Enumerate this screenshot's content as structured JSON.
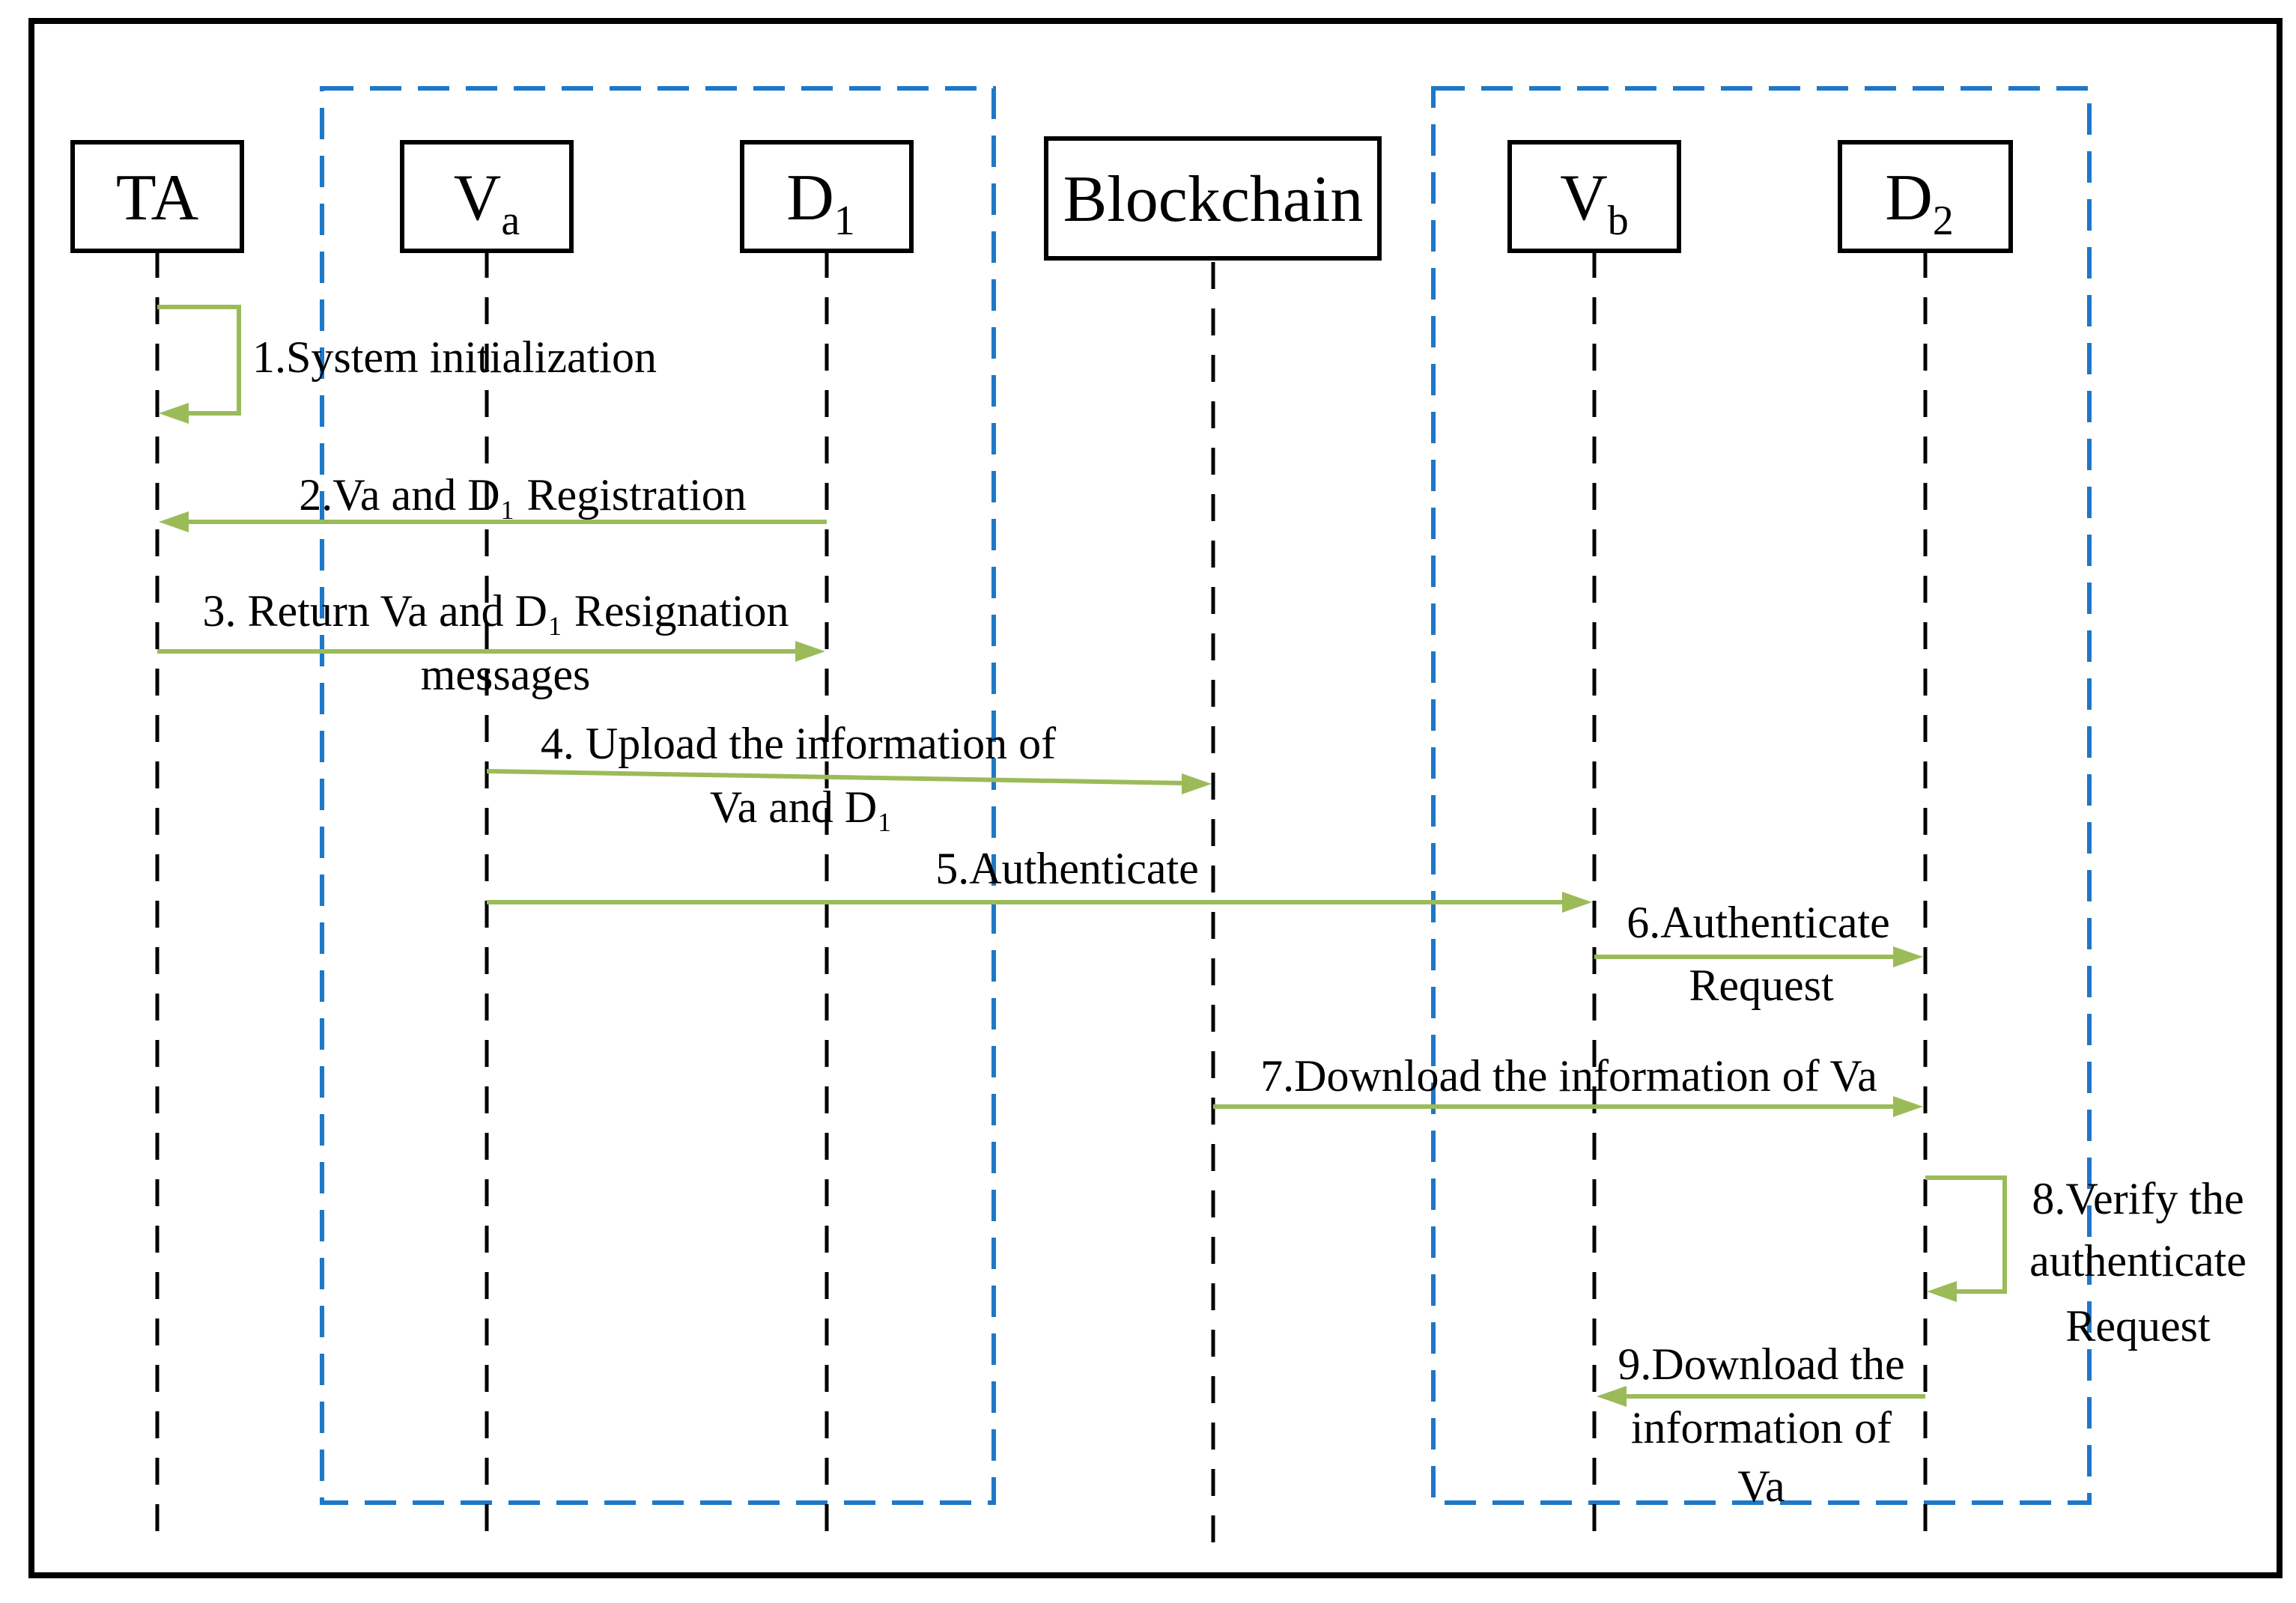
{
  "colors": {
    "arrow_green": "#9BBB59",
    "group_blue": "#1E78C8",
    "ink": "#000000",
    "bg": "#ffffff"
  },
  "actors": [
    {
      "id": "ta",
      "label": "TA",
      "sub": ""
    },
    {
      "id": "va",
      "label": "V",
      "sub": "a"
    },
    {
      "id": "d1",
      "label": "D",
      "sub": "1"
    },
    {
      "id": "blockchain",
      "label": "Blockchain",
      "sub": ""
    },
    {
      "id": "vb",
      "label": "V",
      "sub": "b"
    },
    {
      "id": "d2",
      "label": "D",
      "sub": "2"
    }
  ],
  "messages": [
    {
      "num": 1,
      "from": "TA",
      "to": "TA",
      "lines": [
        "1.System initialization"
      ]
    },
    {
      "num": 2,
      "from": "D1",
      "to": "TA",
      "lines": [
        "2.Va and D₁ Registration"
      ]
    },
    {
      "num": 3,
      "from": "TA",
      "to": "D1",
      "lines": [
        "3. Return Va and D₁ Resignation",
        "messages"
      ]
    },
    {
      "num": 4,
      "from": "Va",
      "to": "Blockchain",
      "lines": [
        "4. Upload the information of",
        "Va and D₁"
      ]
    },
    {
      "num": 5,
      "from": "Va",
      "to": "Vb",
      "lines": [
        "5.Authenticate"
      ]
    },
    {
      "num": 6,
      "from": "Vb",
      "to": "D2",
      "lines": [
        "6.Authenticate",
        "Request"
      ]
    },
    {
      "num": 7,
      "from": "Blockchain",
      "to": "D2",
      "lines": [
        "7.Download the information of Va"
      ]
    },
    {
      "num": 8,
      "from": "D2",
      "to": "D2",
      "lines": [
        "8.Verify the",
        "authenticate",
        "Request"
      ]
    },
    {
      "num": 9,
      "from": "D2",
      "to": "Vb",
      "lines": [
        "9.Download the",
        "information of",
        "Va"
      ]
    }
  ]
}
